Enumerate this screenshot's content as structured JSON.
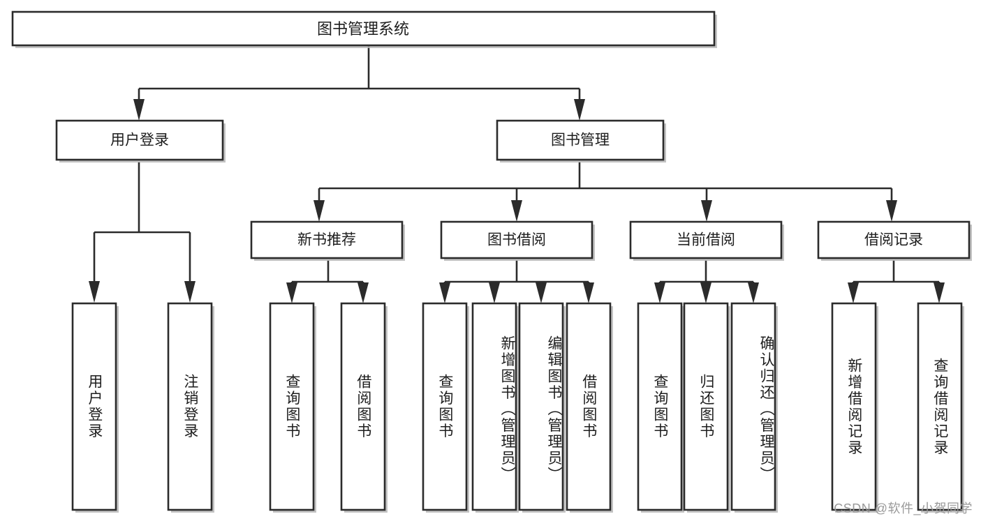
{
  "diagram": {
    "type": "tree",
    "title": "图书管理系统",
    "orientation": "top-down",
    "colors": {
      "box_stroke": "#2b2b2b",
      "box_fill": "#ffffff",
      "text": "#1d1d1d",
      "shadow": "#b9b9b9",
      "watermark": "#9a9a9a"
    },
    "root": {
      "label": "图书管理系统"
    },
    "level1": [
      {
        "label": "用户登录"
      },
      {
        "label": "图书管理"
      }
    ],
    "level2": [
      {
        "label": "新书推荐"
      },
      {
        "label": "图书借阅"
      },
      {
        "label": "当前借阅"
      },
      {
        "label": "借阅记录"
      }
    ],
    "leaves": {
      "user_login": [
        {
          "label": "用户登录"
        },
        {
          "label": "注销登录"
        }
      ],
      "new_book_recommend": [
        {
          "label": "查询图书"
        },
        {
          "label": "借阅图书"
        }
      ],
      "book_borrow": [
        {
          "label": "查询图书"
        },
        {
          "label": "新增图书（管理员）"
        },
        {
          "label": "编辑图书（管理员）"
        },
        {
          "label": "借阅图书"
        }
      ],
      "current_borrow": [
        {
          "label": "查询图书"
        },
        {
          "label": "归还图书"
        },
        {
          "label": "确认归还（管理员）"
        }
      ],
      "borrow_record": [
        {
          "label": "新增借阅记录"
        },
        {
          "label": "查询借阅记录"
        }
      ]
    },
    "watermark": "CSDN @软件_小贺同学"
  }
}
